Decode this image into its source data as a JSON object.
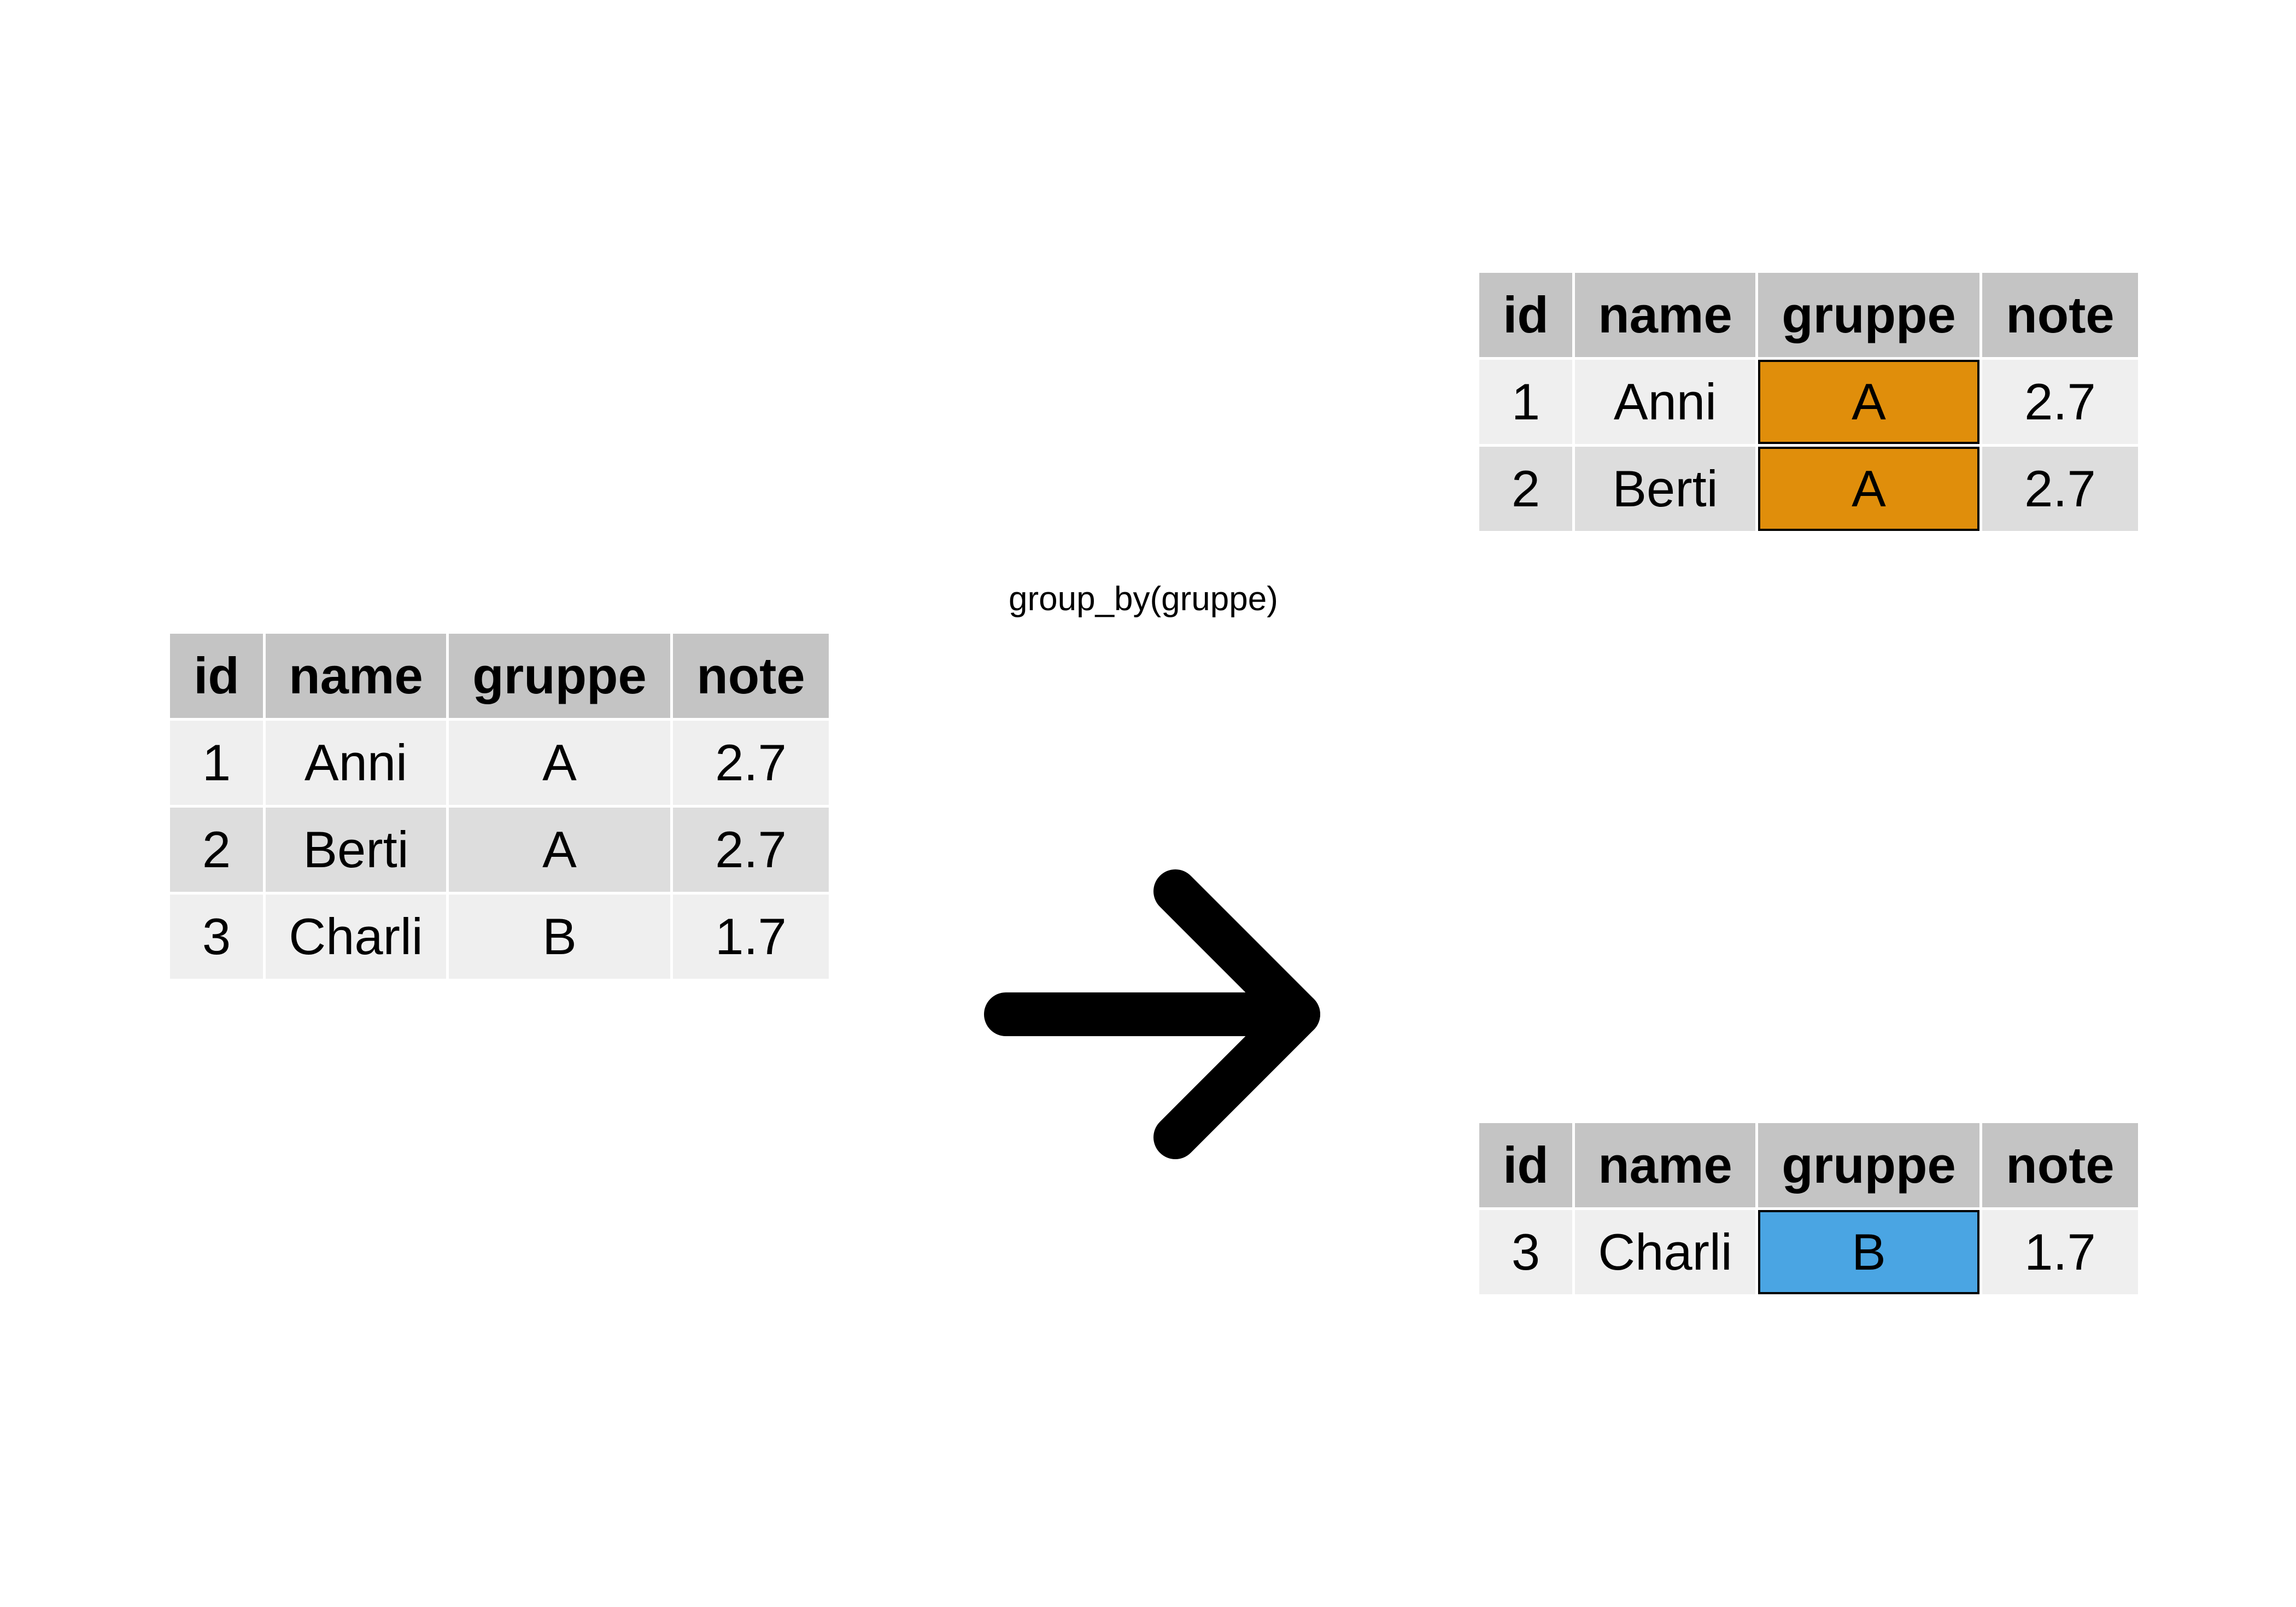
{
  "operation": {
    "label": "group_by(gruppe)"
  },
  "colors": {
    "header_bg": "#c4c4c4",
    "row_light": "#efefef",
    "row_dark": "#dddddd",
    "group_a": "#e08e0b",
    "group_b": "#4aa5e3"
  },
  "source_table": {
    "headers": [
      "id",
      "name",
      "gruppe",
      "note"
    ],
    "rows": [
      [
        "1",
        "Anni",
        "A",
        "2.7"
      ],
      [
        "2",
        "Berti",
        "A",
        "2.7"
      ],
      [
        "3",
        "Charli",
        "B",
        "1.7"
      ]
    ]
  },
  "group_a_table": {
    "headers": [
      "id",
      "name",
      "gruppe",
      "note"
    ],
    "rows": [
      [
        "1",
        "Anni",
        "A",
        "2.7"
      ],
      [
        "2",
        "Berti",
        "A",
        "2.7"
      ]
    ]
  },
  "group_b_table": {
    "headers": [
      "id",
      "name",
      "gruppe",
      "note"
    ],
    "rows": [
      [
        "3",
        "Charli",
        "B",
        "1.7"
      ]
    ]
  },
  "icons": {
    "arrow": "arrow-right-icon"
  }
}
